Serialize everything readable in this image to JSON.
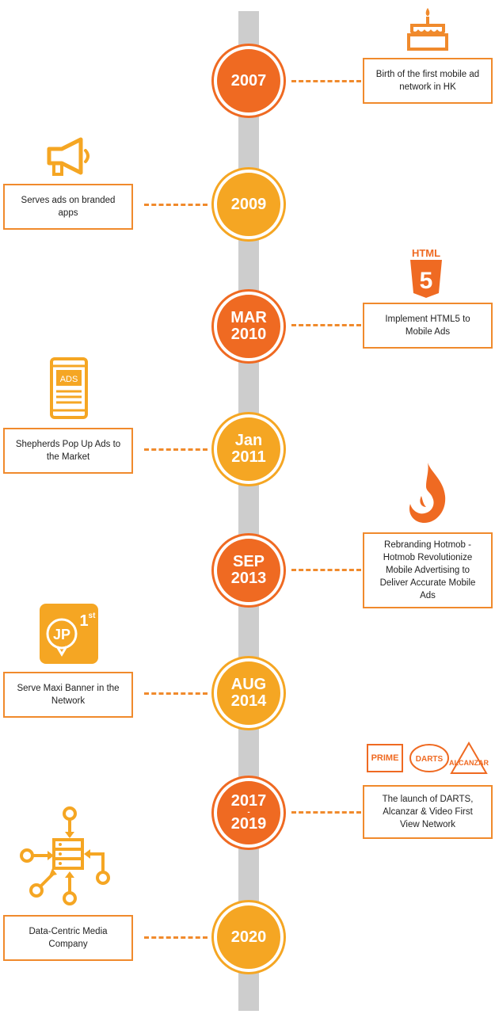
{
  "milestones": [
    {
      "line1": "2007",
      "line2": "",
      "desc": "Birth of the first mobile ad network in HK",
      "icon": "cake-icon"
    },
    {
      "line1": "2009",
      "line2": "",
      "desc": "Serves ads on branded apps",
      "icon": "megaphone-icon"
    },
    {
      "line1": "MAR",
      "line2": "2010",
      "desc": "Implement HTML5 to Mobile Ads",
      "icon": "html5-icon"
    },
    {
      "line1": "Jan",
      "line2": "2011",
      "desc": "Shepherds Pop Up Ads to the Market",
      "icon": "phone-ads-icon"
    },
    {
      "line1": "SEP",
      "line2": "2013",
      "desc": "Rebranding Hotmob - Hotmob Revolutionize Mobile Advertising to Deliver Accurate Mobile Ads",
      "icon": "flame-icon"
    },
    {
      "line1": "AUG",
      "line2": "2014",
      "desc": "Serve Maxi Banner in the Network",
      "icon": "jp-badge-icon"
    },
    {
      "line1": "2017",
      "line2": "2019",
      "sep": "-",
      "desc": "The launch of DARTS, Alcanzar & Video First View Network",
      "icon": "product-logos-icon"
    },
    {
      "line1": "2020",
      "line2": "",
      "desc": "Data-Centric Media Company",
      "icon": "data-network-icon"
    }
  ],
  "icon_text": {
    "html": "HTML",
    "html_num": "5",
    "ads": "ADS",
    "jp": "JP",
    "first": "1",
    "first_sup": "st",
    "prime": "PRIME",
    "darts": "DARTS",
    "alcanzar": "ALCANZAR"
  },
  "colors": {
    "dark_orange": "#ef6a22",
    "light_orange": "#f5a623",
    "spine": "#cdcdcd"
  }
}
